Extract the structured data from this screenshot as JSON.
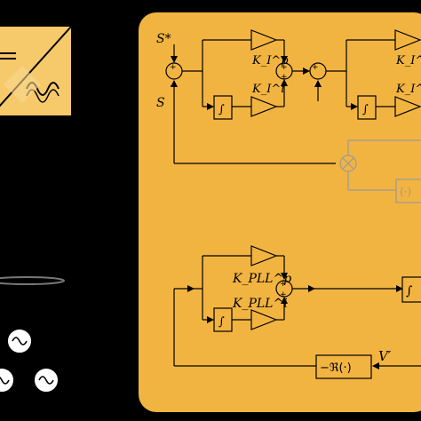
{
  "colors": {
    "background": "#000000",
    "panel": "#F2B441",
    "panel_light": "#F6C96A",
    "inverter_box": "#F6C96A",
    "line": "#000000",
    "disabled": "#9A9A9A"
  },
  "current_loop": {
    "setpoint_label": "S*",
    "measured_label": "S",
    "gain_p_label": "K_I^p",
    "gain_i_label": "K_I^i",
    "gain_p_label_2": "K_I^p",
    "gain_i_label_2": "K_I^i",
    "integrator_symbol": "∫",
    "sign_plus": "+",
    "sign_minus": "−"
  },
  "pll": {
    "gain_p_label": "K_PLL^p",
    "gain_i_label": "K_PLL^i",
    "integrator_symbol": "∫",
    "feedback_block_label": "−ℜ(·)",
    "voltage_label": "V′"
  },
  "feedforward": {
    "multiplier_symbol": "×",
    "function_block_label": "(·)"
  },
  "left_side": {
    "inverter_icon": "inverter-icon",
    "source_icon": "ac-source-icon",
    "bus_icon": "bus-ring-icon"
  }
}
